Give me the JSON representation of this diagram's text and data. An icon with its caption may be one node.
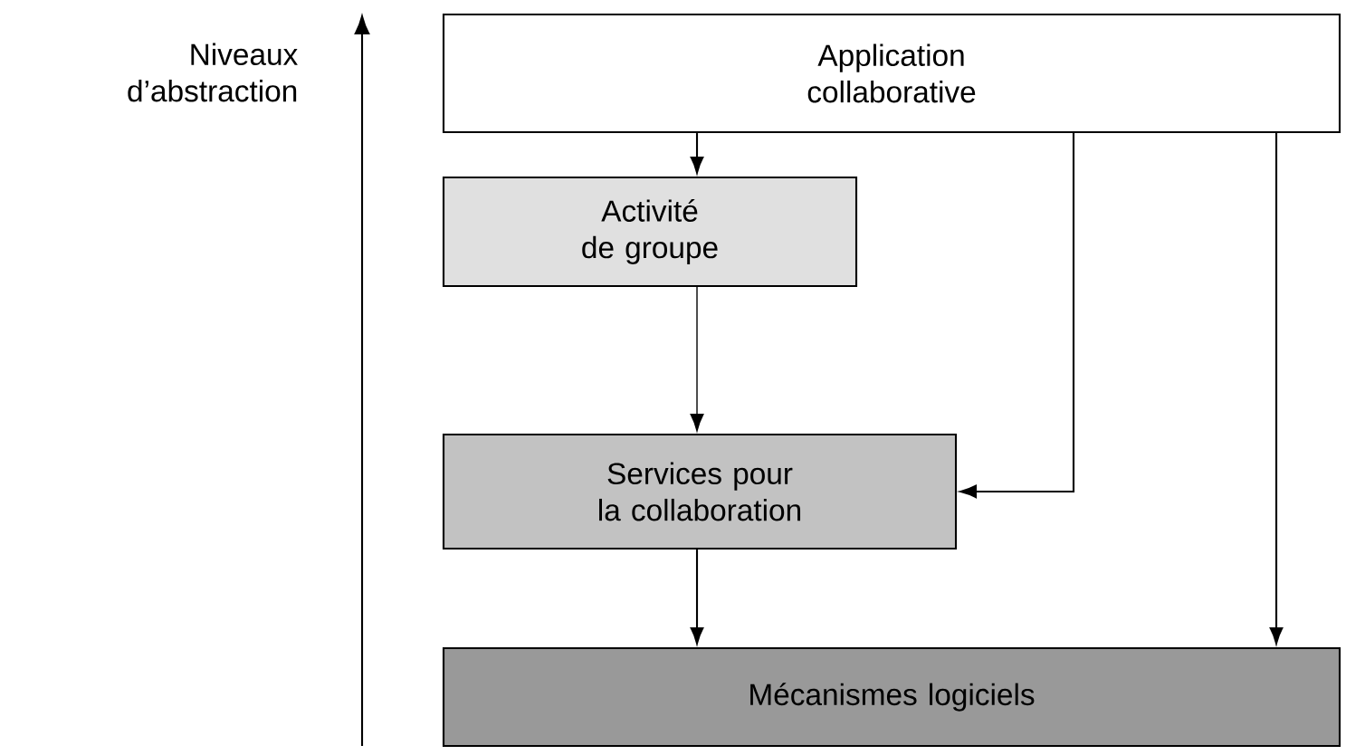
{
  "diagram": {
    "nodes": [
      {
        "text": [
          "Application collaborative"
        ]
      },
      {
        "text": [
          "Activité de groupe"
        ]
      },
      {
        "text": [
          "Services pour la collaboration"
        ]
      },
      {
        "text": [
          "Mécanismes logiciels"
        ]
      }
    ],
    "edges": [
      {
        "from": 0,
        "to": 1,
        "arrow": "to"
      },
      {
        "from": 1,
        "to": 2,
        "arrow": "to"
      },
      {
        "from": 0,
        "to": 2,
        "arrow": "to"
      },
      {
        "from": 2,
        "to": 3,
        "arrow": "to"
      },
      {
        "from": 0,
        "to": 3,
        "arrow": "to"
      }
    ],
    "labels": [
      "Niveaux d’abstraction"
    ]
  }
}
